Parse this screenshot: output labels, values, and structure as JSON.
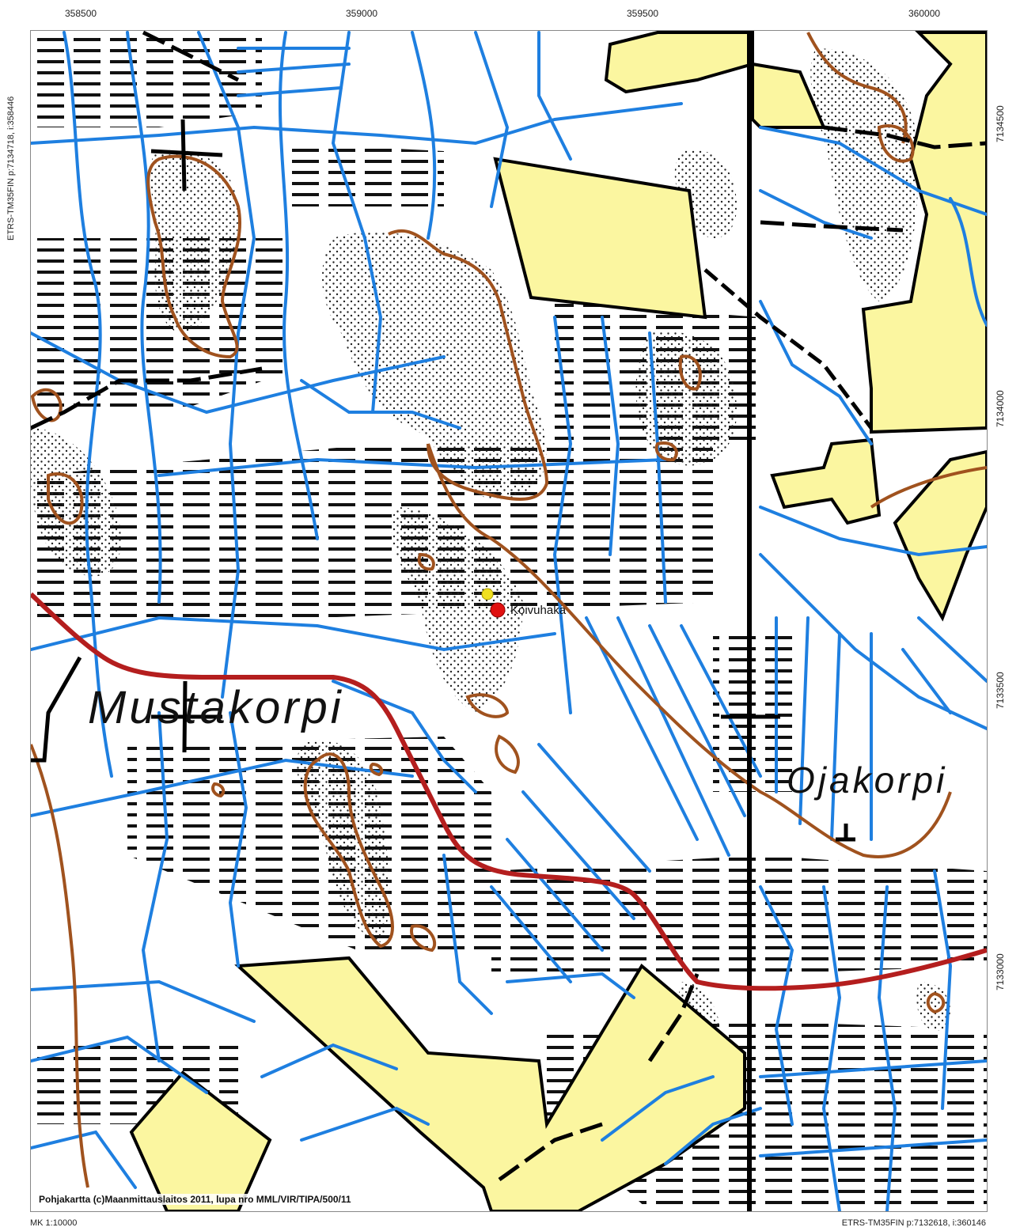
{
  "map": {
    "coords_top": [
      "358500",
      "359000",
      "359500",
      "360000"
    ],
    "coords_right": [
      "7134500",
      "7134000",
      "7133500",
      "7133000"
    ],
    "corner_top_left": "ETRS-TM35FIN p:7134718, i:358446",
    "corner_bottom_right": "ETRS-TM35FIN p:7132618, i:360146",
    "scale": "MK 1:10000",
    "copyright": "Pohjakartta (c)Maanmittauslaitos 2011, lupa nro MML/VIR/TIPA/500/11",
    "places": {
      "mustakorpi": "Mustakorpi",
      "ojakorpi": "Ojakorpi",
      "koivuhaka": "Koivuhaka"
    },
    "colors": {
      "field": "#fbf6a0",
      "ditch": "#1e7fe0",
      "contour": "#a0521e",
      "road": "#b41e1e",
      "boundary": "#000000",
      "site_red": "#e01010",
      "site_yellow": "#f0e020",
      "marsh": "#111111",
      "rock_dots": "#222222"
    },
    "symbols": [
      "marsh-hatching",
      "rock-stipple",
      "ditch",
      "contour-line",
      "road",
      "property-boundary",
      "field-area",
      "site-marker"
    ]
  }
}
